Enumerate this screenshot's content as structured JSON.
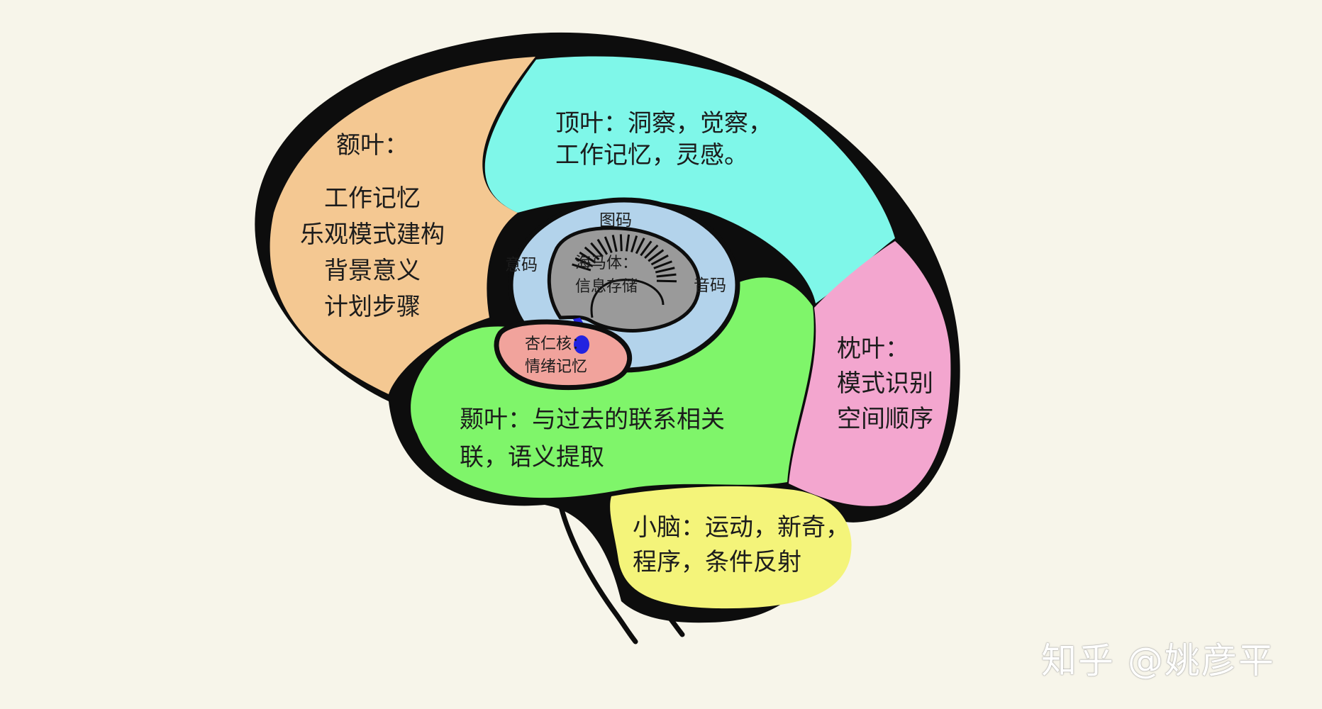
{
  "colors": {
    "background": "#f7f5ea",
    "outline": "#0d0d0d",
    "frontal": "#f4c892",
    "parietal": "#7ff7e9",
    "occipital": "#f3a6cf",
    "temporal": "#7ff56a",
    "cerebellum": "#f4f47a",
    "limbic": "#b3d3eb",
    "hippocampus": "#9a9a9a",
    "amygdala": "#f1a39c",
    "connector": "#2323e0"
  },
  "regions": {
    "frontal": {
      "title": "额叶：",
      "lines": [
        "工作记忆",
        "乐观模式建构",
        "背景意义",
        "计划步骤"
      ]
    },
    "parietal": {
      "lines": [
        "顶叶：洞察，觉察，",
        "工作记忆，灵感。"
      ]
    },
    "temporal": {
      "lines": [
        "颞叶：与过去的联系相关",
        "联，语义提取"
      ]
    },
    "occipital": {
      "lines": [
        "枕叶：",
        "模式识别",
        "空间顺序"
      ]
    },
    "cerebellum": {
      "lines": [
        "小脑：运动，新奇，",
        "程序，条件反射"
      ]
    }
  },
  "limbic": {
    "codes": {
      "image": "图码",
      "meaning": "意码",
      "sound": "音码"
    },
    "hippocampus": {
      "lines": [
        "海马体：",
        "信息存储"
      ]
    },
    "amygdala": {
      "lines": [
        "杏仁核：",
        "情绪记忆"
      ]
    }
  },
  "watermark": "知乎 @姚彦平"
}
